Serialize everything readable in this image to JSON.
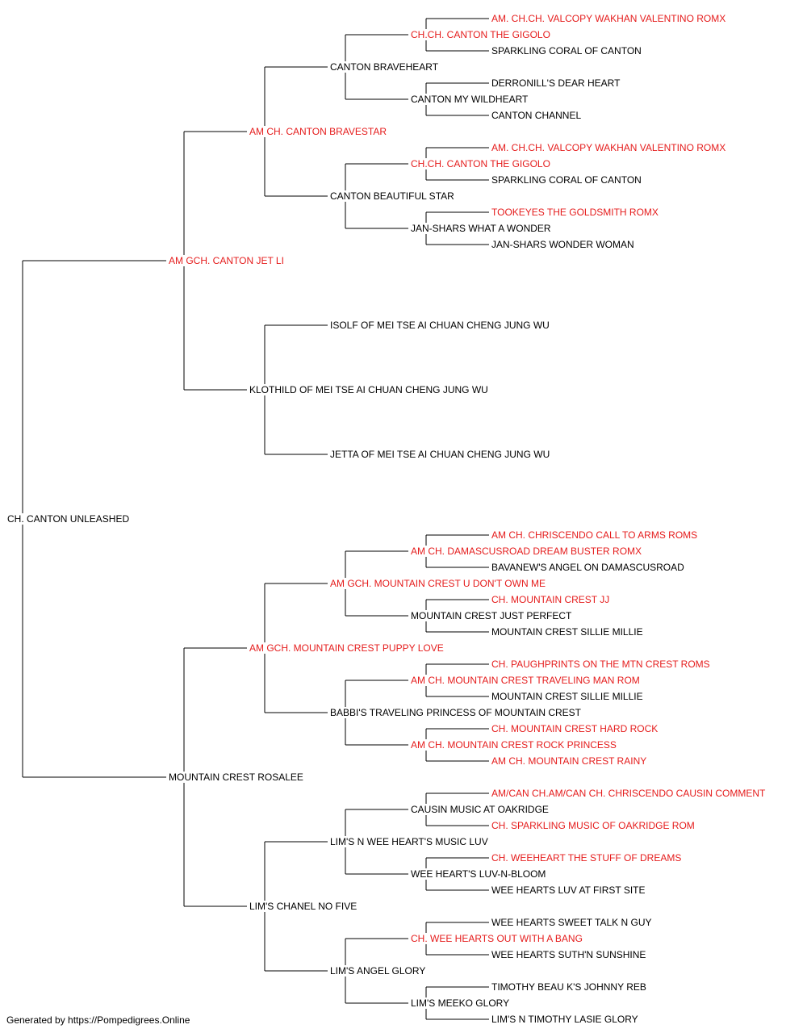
{
  "colors": {
    "champion": "#e51c1c",
    "normal": "#000000",
    "line": "#000000"
  },
  "footer": "Generated by https://Pompedigrees.Online",
  "pedigree": {
    "name": "CH. CANTON UNLEASHED",
    "champion": false,
    "sire": {
      "name": "AM GCH. CANTON JET LI",
      "champion": true,
      "sire": {
        "name": "AM CH. CANTON BRAVESTAR",
        "champion": true,
        "sire": {
          "name": "CANTON BRAVEHEART",
          "champion": false,
          "sire": {
            "name": "CH.CH. CANTON THE GIGOLO",
            "champion": true,
            "sire": {
              "name": "AM. CH.CH. VALCOPY WAKHAN VALENTINO ROMX",
              "champion": true
            },
            "dam": {
              "name": "SPARKLING CORAL OF CANTON",
              "champion": false
            }
          },
          "dam": {
            "name": "CANTON MY WILDHEART",
            "champion": false,
            "sire": {
              "name": "DERRONILL'S DEAR HEART",
              "champion": false
            },
            "dam": {
              "name": "CANTON CHANNEL",
              "champion": false
            }
          }
        },
        "dam": {
          "name": "CANTON BEAUTIFUL STAR",
          "champion": false,
          "sire": {
            "name": "CH.CH. CANTON THE GIGOLO",
            "champion": true,
            "sire": {
              "name": "AM. CH.CH. VALCOPY WAKHAN VALENTINO ROMX",
              "champion": true
            },
            "dam": {
              "name": "SPARKLING CORAL OF CANTON",
              "champion": false
            }
          },
          "dam": {
            "name": "JAN-SHARS WHAT A WONDER",
            "champion": false,
            "sire": {
              "name": "TOOKEYES THE GOLDSMITH ROMX",
              "champion": true
            },
            "dam": {
              "name": "JAN-SHARS WONDER WOMAN",
              "champion": false
            }
          }
        }
      },
      "dam": {
        "name": "KLOTHILD OF MEI TSE AI CHUAN CHENG JUNG WU",
        "champion": false,
        "sire": {
          "name": "ISOLF OF MEI TSE AI CHUAN CHENG JUNG WU",
          "champion": false
        },
        "dam": {
          "name": "JETTA OF MEI TSE AI CHUAN CHENG JUNG WU",
          "champion": false
        }
      }
    },
    "dam": {
      "name": "MOUNTAIN CREST ROSALEE",
      "champion": false,
      "sire": {
        "name": "AM GCH. MOUNTAIN CREST PUPPY LOVE",
        "champion": true,
        "sire": {
          "name": "AM GCH. MOUNTAIN CREST U DON'T OWN ME",
          "champion": true,
          "sire": {
            "name": "AM CH. DAMASCUSROAD DREAM BUSTER ROMX",
            "champion": true,
            "sire": {
              "name": "AM CH. CHRISCENDO CALL TO ARMS ROMS",
              "champion": true
            },
            "dam": {
              "name": "BAVANEW'S ANGEL ON DAMASCUSROAD",
              "champion": false
            }
          },
          "dam": {
            "name": "MOUNTAIN CREST JUST PERFECT",
            "champion": false,
            "sire": {
              "name": "CH. MOUNTAIN CREST JJ",
              "champion": true
            },
            "dam": {
              "name": "MOUNTAIN CREST SILLIE MILLIE",
              "champion": false
            }
          }
        },
        "dam": {
          "name": "BABBI'S TRAVELING PRINCESS OF MOUNTAIN CREST",
          "champion": false,
          "sire": {
            "name": "AM CH. MOUNTAIN CREST TRAVELING MAN ROM",
            "champion": true,
            "sire": {
              "name": "CH. PAUGHPRINTS ON THE MTN CREST ROMS",
              "champion": true
            },
            "dam": {
              "name": "MOUNTAIN CREST SILLIE MILLIE",
              "champion": false
            }
          },
          "dam": {
            "name": "AM CH. MOUNTAIN CREST ROCK PRINCESS",
            "champion": true,
            "sire": {
              "name": "CH. MOUNTAIN CREST HARD ROCK",
              "champion": true
            },
            "dam": {
              "name": "AM CH. MOUNTAIN CREST RAINY",
              "champion": true
            }
          }
        }
      },
      "dam": {
        "name": "LIM'S CHANEL NO FIVE",
        "champion": false,
        "sire": {
          "name": "LIM'S N WEE HEART'S MUSIC LUV",
          "champion": false,
          "sire": {
            "name": "CAUSIN MUSIC AT OAKRIDGE",
            "champion": false,
            "sire": {
              "name": "AM/CAN CH.AM/CAN CH. CHRISCENDO CAUSIN COMMENT",
              "champion": true
            },
            "dam": {
              "name": "CH. SPARKLING MUSIC OF OAKRIDGE ROM",
              "champion": true
            }
          },
          "dam": {
            "name": "WEE HEART'S LUV-N-BLOOM",
            "champion": false,
            "sire": {
              "name": "CH. WEEHEART THE STUFF OF DREAMS",
              "champion": true
            },
            "dam": {
              "name": "WEE HEARTS LUV AT FIRST SITE",
              "champion": false
            }
          }
        },
        "dam": {
          "name": "LIM'S ANGEL GLORY",
          "champion": false,
          "sire": {
            "name": "CH. WEE HEARTS OUT WITH A BANG",
            "champion": true,
            "sire": {
              "name": "WEE HEARTS SWEET TALK N GUY",
              "champion": false
            },
            "dam": {
              "name": "WEE HEARTS SUTH'N SUNSHINE",
              "champion": false
            }
          },
          "dam": {
            "name": "LIM'S MEEKO GLORY",
            "champion": false,
            "sire": {
              "name": "TIMOTHY BEAU K'S JOHNNY REB",
              "champion": false
            },
            "dam": {
              "name": "LIM'S N TIMOTHY LASIE GLORY",
              "champion": false
            }
          }
        }
      }
    }
  }
}
